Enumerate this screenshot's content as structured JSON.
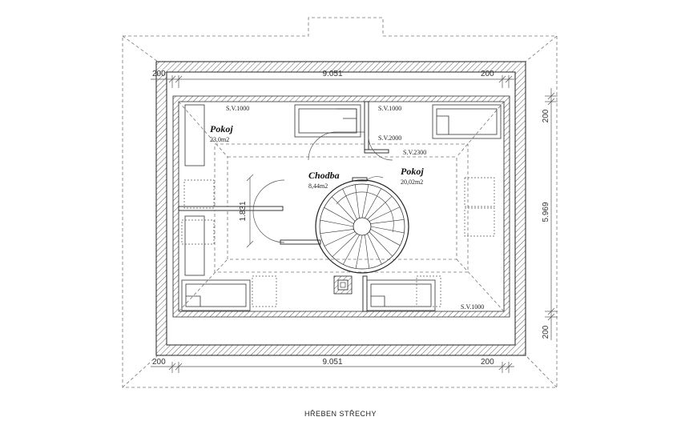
{
  "plan": {
    "top_width_dim": "9.051",
    "top_left_dim": "200",
    "top_right_dim": "200",
    "bottom_width_dim": "9.051",
    "bottom_left_dim": "200",
    "bottom_right_dim": "200",
    "right_height_dim": "5.969",
    "right_top_dim": "200",
    "right_bottom_dim": "200",
    "stair_dim": "1.831",
    "sv_labels": [
      "S.V.1000",
      "S.V.1000",
      "S.V.2000",
      "S.V.2300",
      "S.V.1000"
    ],
    "rooms": [
      {
        "name": "Pokoj",
        "area": "23,0m2"
      },
      {
        "name": "Chodba",
        "area": "8,44m2"
      },
      {
        "name": "Pokoj",
        "area": "20,02m2"
      }
    ],
    "caption": "HŘEBEN STŘECHY"
  }
}
